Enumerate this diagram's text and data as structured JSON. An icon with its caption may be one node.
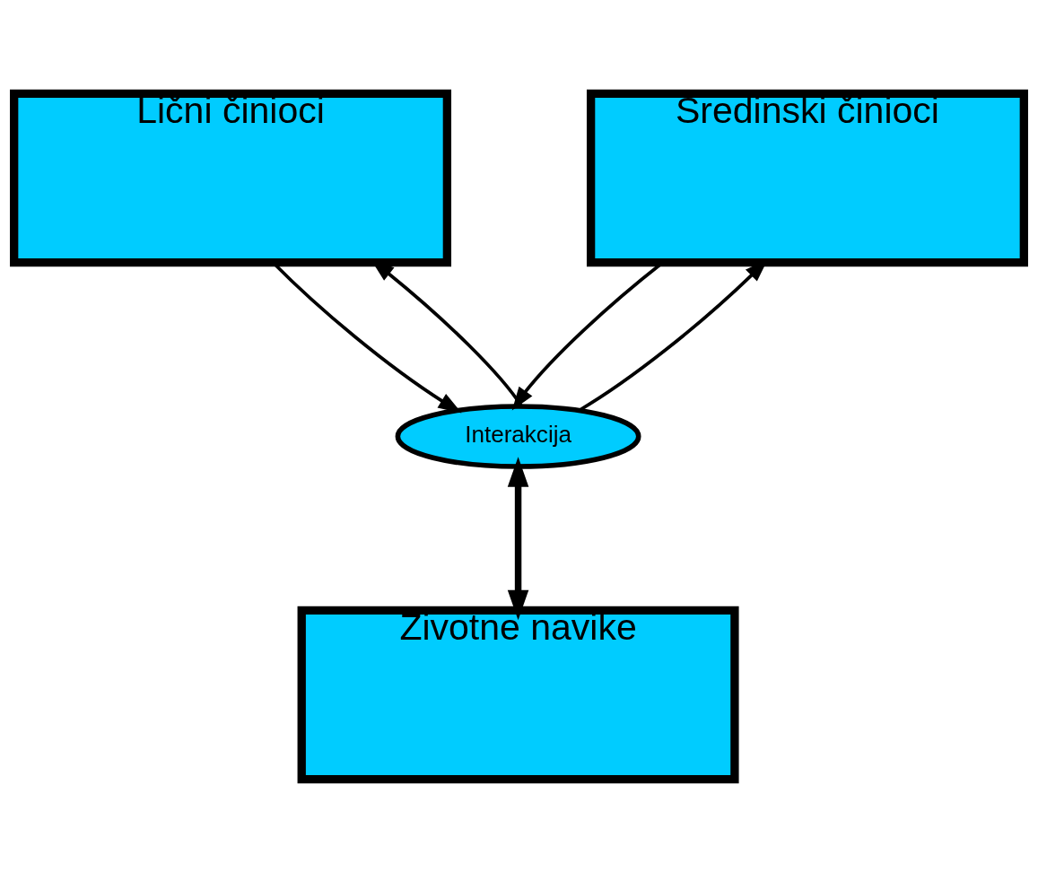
{
  "diagram": {
    "nodes": [
      {
        "text": [
          "Lični činioci"
        ]
      },
      {
        "text": [
          "Sredinski činioci"
        ]
      },
      {
        "text": [
          "Interakcija"
        ]
      },
      {
        "text": [
          "Životne navike"
        ]
      }
    ],
    "edges": [
      {
        "from": 0,
        "to": 2,
        "arrow": "to"
      },
      {
        "from": 2,
        "to": 0,
        "arrow": "to"
      },
      {
        "from": 1,
        "to": 2,
        "arrow": "to"
      },
      {
        "from": 2,
        "to": 1,
        "arrow": "to"
      },
      {
        "from": 2,
        "to": 3,
        "arrow": "both",
        "style": "thick"
      }
    ]
  }
}
